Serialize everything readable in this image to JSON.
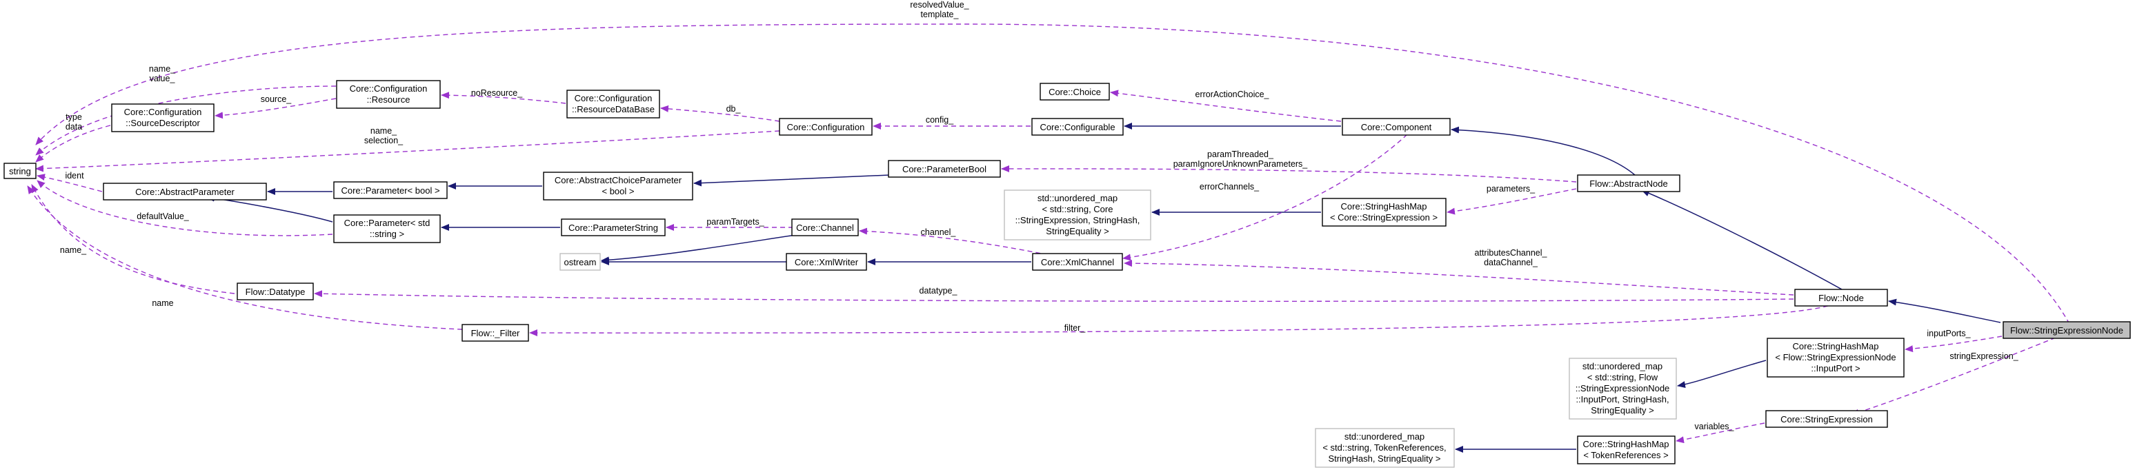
{
  "colors": {
    "inheritance": "#191970",
    "usage": "#9a32cd",
    "node_border": "#000000",
    "external_border": "#bfbfbf",
    "highlight_fill": "#bfbfbf"
  },
  "nodes": {
    "string": "string",
    "resource": [
      "Core::Configuration",
      "::Resource"
    ],
    "source_descriptor": [
      "Core::Configuration",
      "::SourceDescriptor"
    ],
    "resource_database": [
      "Core::Configuration",
      "::ResourceDataBase"
    ],
    "configuration": "Core::Configuration",
    "abstract_parameter": "Core::AbstractParameter",
    "parameter_bool": "Core::Parameter< bool >",
    "abstract_choice_parameter": [
      "Core::AbstractChoiceParameter",
      "< bool >"
    ],
    "parameter_std_string": [
      "Core::Parameter< std",
      "::string >"
    ],
    "parameter_string": "Core::ParameterString",
    "ostream": "ostream",
    "channel": "Core::Channel",
    "xml_writer": "Core::XmlWriter",
    "xml_channel": "Core::XmlChannel",
    "choice": "Core::Choice",
    "configurable": "Core::Configurable",
    "component": "Core::Component",
    "core_parameter_bool": "Core::ParameterBool",
    "unordered_map_expr": [
      "std::unordered_map",
      "< std::string, Core",
      "::StringExpression, StringHash,",
      "StringEquality >"
    ],
    "string_hash_map_expr": [
      "Core::StringHashMap",
      "< Core::StringExpression >"
    ],
    "abstract_node": "Flow::AbstractNode",
    "datatype": "Flow::Datatype",
    "filter": "Flow::_Filter",
    "node": "Flow::Node",
    "string_expression_node": "Flow::StringExpressionNode",
    "string_hash_map_input": [
      "Core::StringHashMap",
      "< Flow::StringExpressionNode",
      "::InputPort >"
    ],
    "unordered_map_input": [
      "std::unordered_map",
      "< std::string, Flow",
      "::StringExpressionNode",
      "::InputPort, StringHash,",
      "StringEquality >"
    ],
    "string_expression": "Core::StringExpression",
    "unordered_map_token": [
      "std::unordered_map",
      "< std::string, TokenReferences,",
      "StringHash, StringEquality >"
    ],
    "string_hash_map_token": [
      "Core::StringHashMap",
      "< TokenReferences >"
    ]
  },
  "edge_labels": {
    "resolved_value": [
      "resolvedValue_",
      "template_"
    ],
    "name_value": [
      "name_",
      "value_"
    ],
    "type_data": [
      "type",
      "data"
    ],
    "source": "source_",
    "no_resource": "noResource_",
    "db": "db_",
    "name_selection": [
      "name_",
      "selection_"
    ],
    "config": "config_",
    "error_action_choice": "errorActionChoice_",
    "ident": "ident",
    "param_threaded": [
      "paramThreaded_",
      "paramIgnoreUnknownParameters_"
    ],
    "parameters": "parameters_",
    "error_channels": "errorChannels_",
    "default_value": "defaultValue_",
    "param_targets": "paramTargets_",
    "channel": "channel_",
    "attributes_channel": [
      "attributesChannel_",
      "dataChannel_"
    ],
    "name_under": "name_",
    "datatype": "datatype_",
    "name": "name",
    "filter": "filter_",
    "input_ports": "inputPorts_",
    "string_expression": "stringExpression_",
    "variables": "variables_"
  }
}
